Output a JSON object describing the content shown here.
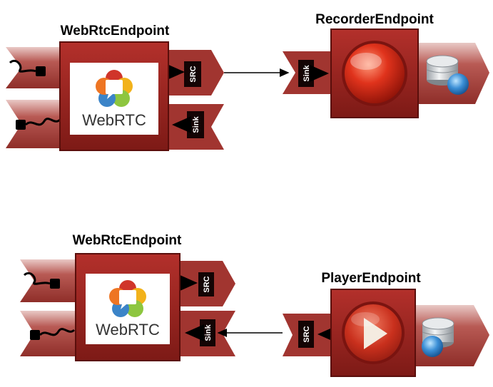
{
  "pipeline_record": {
    "webrtc": {
      "title": "WebRtcEndpoint",
      "logo_text": "WebRTC",
      "port_src": "SRC",
      "port_sink": "Sink"
    },
    "recorder": {
      "title": "RecorderEndpoint",
      "port_sink": "Sink",
      "icon": "record-icon"
    }
  },
  "pipeline_play": {
    "webrtc": {
      "title": "WebRtcEndpoint",
      "logo_text": "WebRTC",
      "port_src": "SRC",
      "port_sink": "Sink"
    },
    "player": {
      "title": "PlayerEndpoint",
      "port_src": "SRC",
      "icon": "play-icon"
    }
  },
  "colors": {
    "ribbon": "#a8403a",
    "box": "#9d2420",
    "box_dark": "#6e1512",
    "port": "#5a0e0b",
    "logo_red": "#d0352a",
    "logo_yellow": "#f2b21b",
    "logo_green": "#8dc63f",
    "logo_blue": "#3b84c8",
    "logo_orange": "#ee7523"
  }
}
